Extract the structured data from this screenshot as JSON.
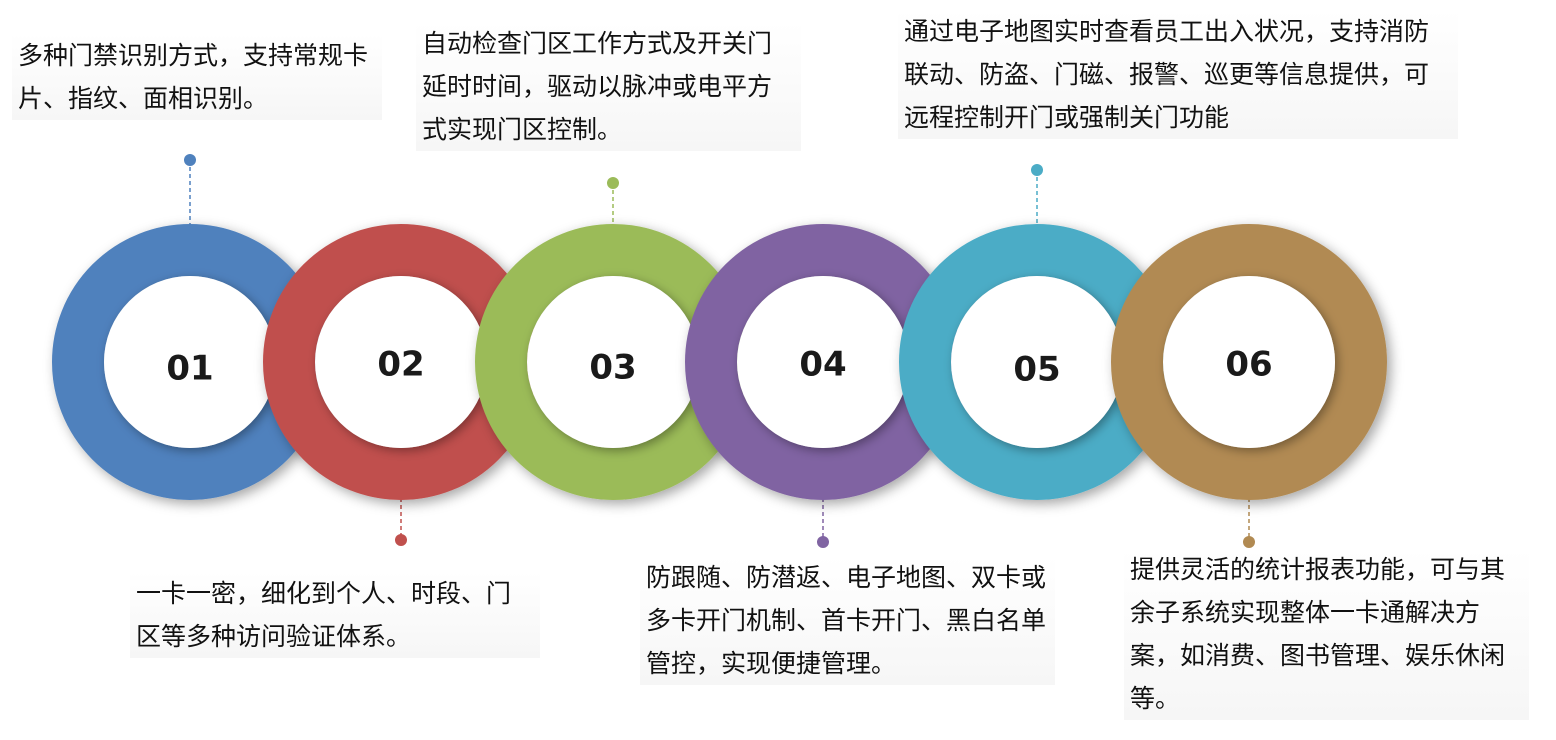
{
  "steps": [
    {
      "number": "01",
      "color": "#4f81bd",
      "text": "多种门禁识别方式，支持常规卡片、指纹、面相识别。"
    },
    {
      "number": "02",
      "color": "#c0504d",
      "text": "一卡一密，细化到个人、时段、门区等多种访问验证体系。"
    },
    {
      "number": "03",
      "color": "#9bbb59",
      "text": "自动检查门区工作方式及开关门延时时间，驱动以脉冲或电平方式实现门区控制。"
    },
    {
      "number": "04",
      "color": "#8064a2",
      "text": "防跟随、防潜返、电子地图、双卡或多卡开门机制、首卡开门、黑白名单管控，实现便捷管理。"
    },
    {
      "number": "05",
      "color": "#4bacc6",
      "text": "通过电子地图实时查看员工出入状况，支持消防联动、防盗、门磁、报警、巡更等信息提供，可远程控制开门或强制关门功能"
    },
    {
      "number": "06",
      "color": "#b18a52",
      "text": "提供灵活的统计报表功能，可与其余子系统实现整体一卡通解决方案，如消费、图书管理、娱乐休闲等。"
    }
  ]
}
